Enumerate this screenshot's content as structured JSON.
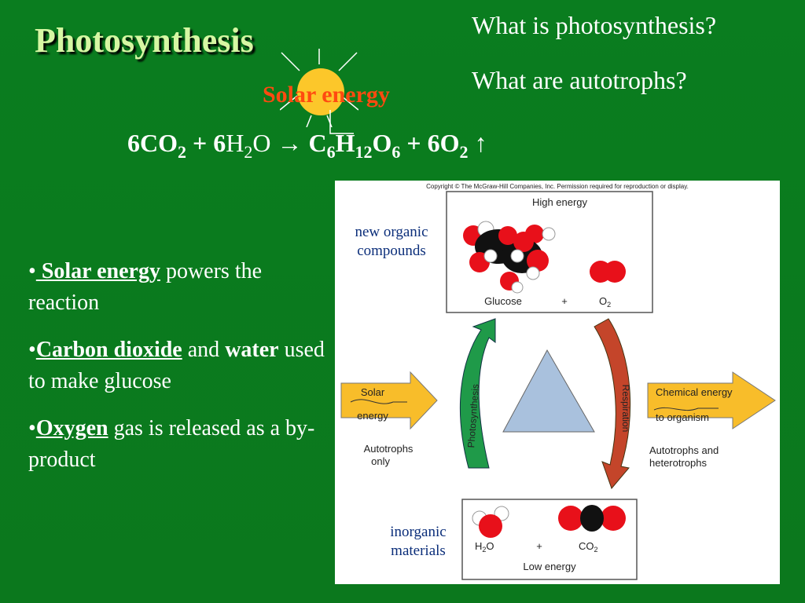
{
  "slide": {
    "title": "Photosynthesis",
    "questions": [
      "What is photosynthesis?",
      "What are autotrophs?"
    ],
    "solar_label": "Solar energy",
    "equation": {
      "c1": "6CO",
      "s1": "2",
      "plus1": " + 6",
      "h2o_h": "H",
      "s2": "2",
      "h2o_o": "O",
      "arrow": " →  ",
      "c2": "C",
      "s3": "6",
      "h": "H",
      "s4": "12",
      "o": "O",
      "s5": "6",
      "plus2": " + 6O",
      "s6": "2",
      "up": " ↑"
    },
    "bullets": [
      {
        "prefix": "•",
        "term": " Solar energy",
        "rest": " powers the reaction"
      },
      {
        "prefix": "•",
        "term": "Carbon dioxide",
        "mid": " and ",
        "term2": "water",
        "rest": " used to make glucose"
      },
      {
        "prefix": "•",
        "term": "Oxygen",
        "rest": " gas is released as a by-product"
      }
    ],
    "colors": {
      "background": "#0b7a1e",
      "title": "#d6f7a3",
      "solar_label": "#ff4a10",
      "side_label": "#0b2e7a"
    }
  },
  "diagram": {
    "copyright": "Copyright © The McGraw-Hill Companies, Inc. Permission required for reproduction or display.",
    "high_energy": "High energy",
    "glucose": "Glucose",
    "plus": "+",
    "o2": "O",
    "o2_sub": "2",
    "solar": "Solar",
    "energy": "energy",
    "photosynthesis": "Photosynthesis",
    "respiration": "Respiration",
    "chemical_energy": "Chemical energy",
    "to_organism": "to organism",
    "autotrophs_only_1": "Autotrophs",
    "autotrophs_only_2": "only",
    "auto_hetero_1": "Autotrophs and",
    "auto_hetero_2": "heterotrophs",
    "h2o": "H",
    "h2o_sub": "2",
    "h2o_o": "O",
    "co2": "CO",
    "co2_sub": "2",
    "low_energy": "Low energy",
    "new_organic": [
      "new organic",
      "compounds"
    ],
    "inorganic": [
      "inorganic",
      "materials"
    ]
  }
}
